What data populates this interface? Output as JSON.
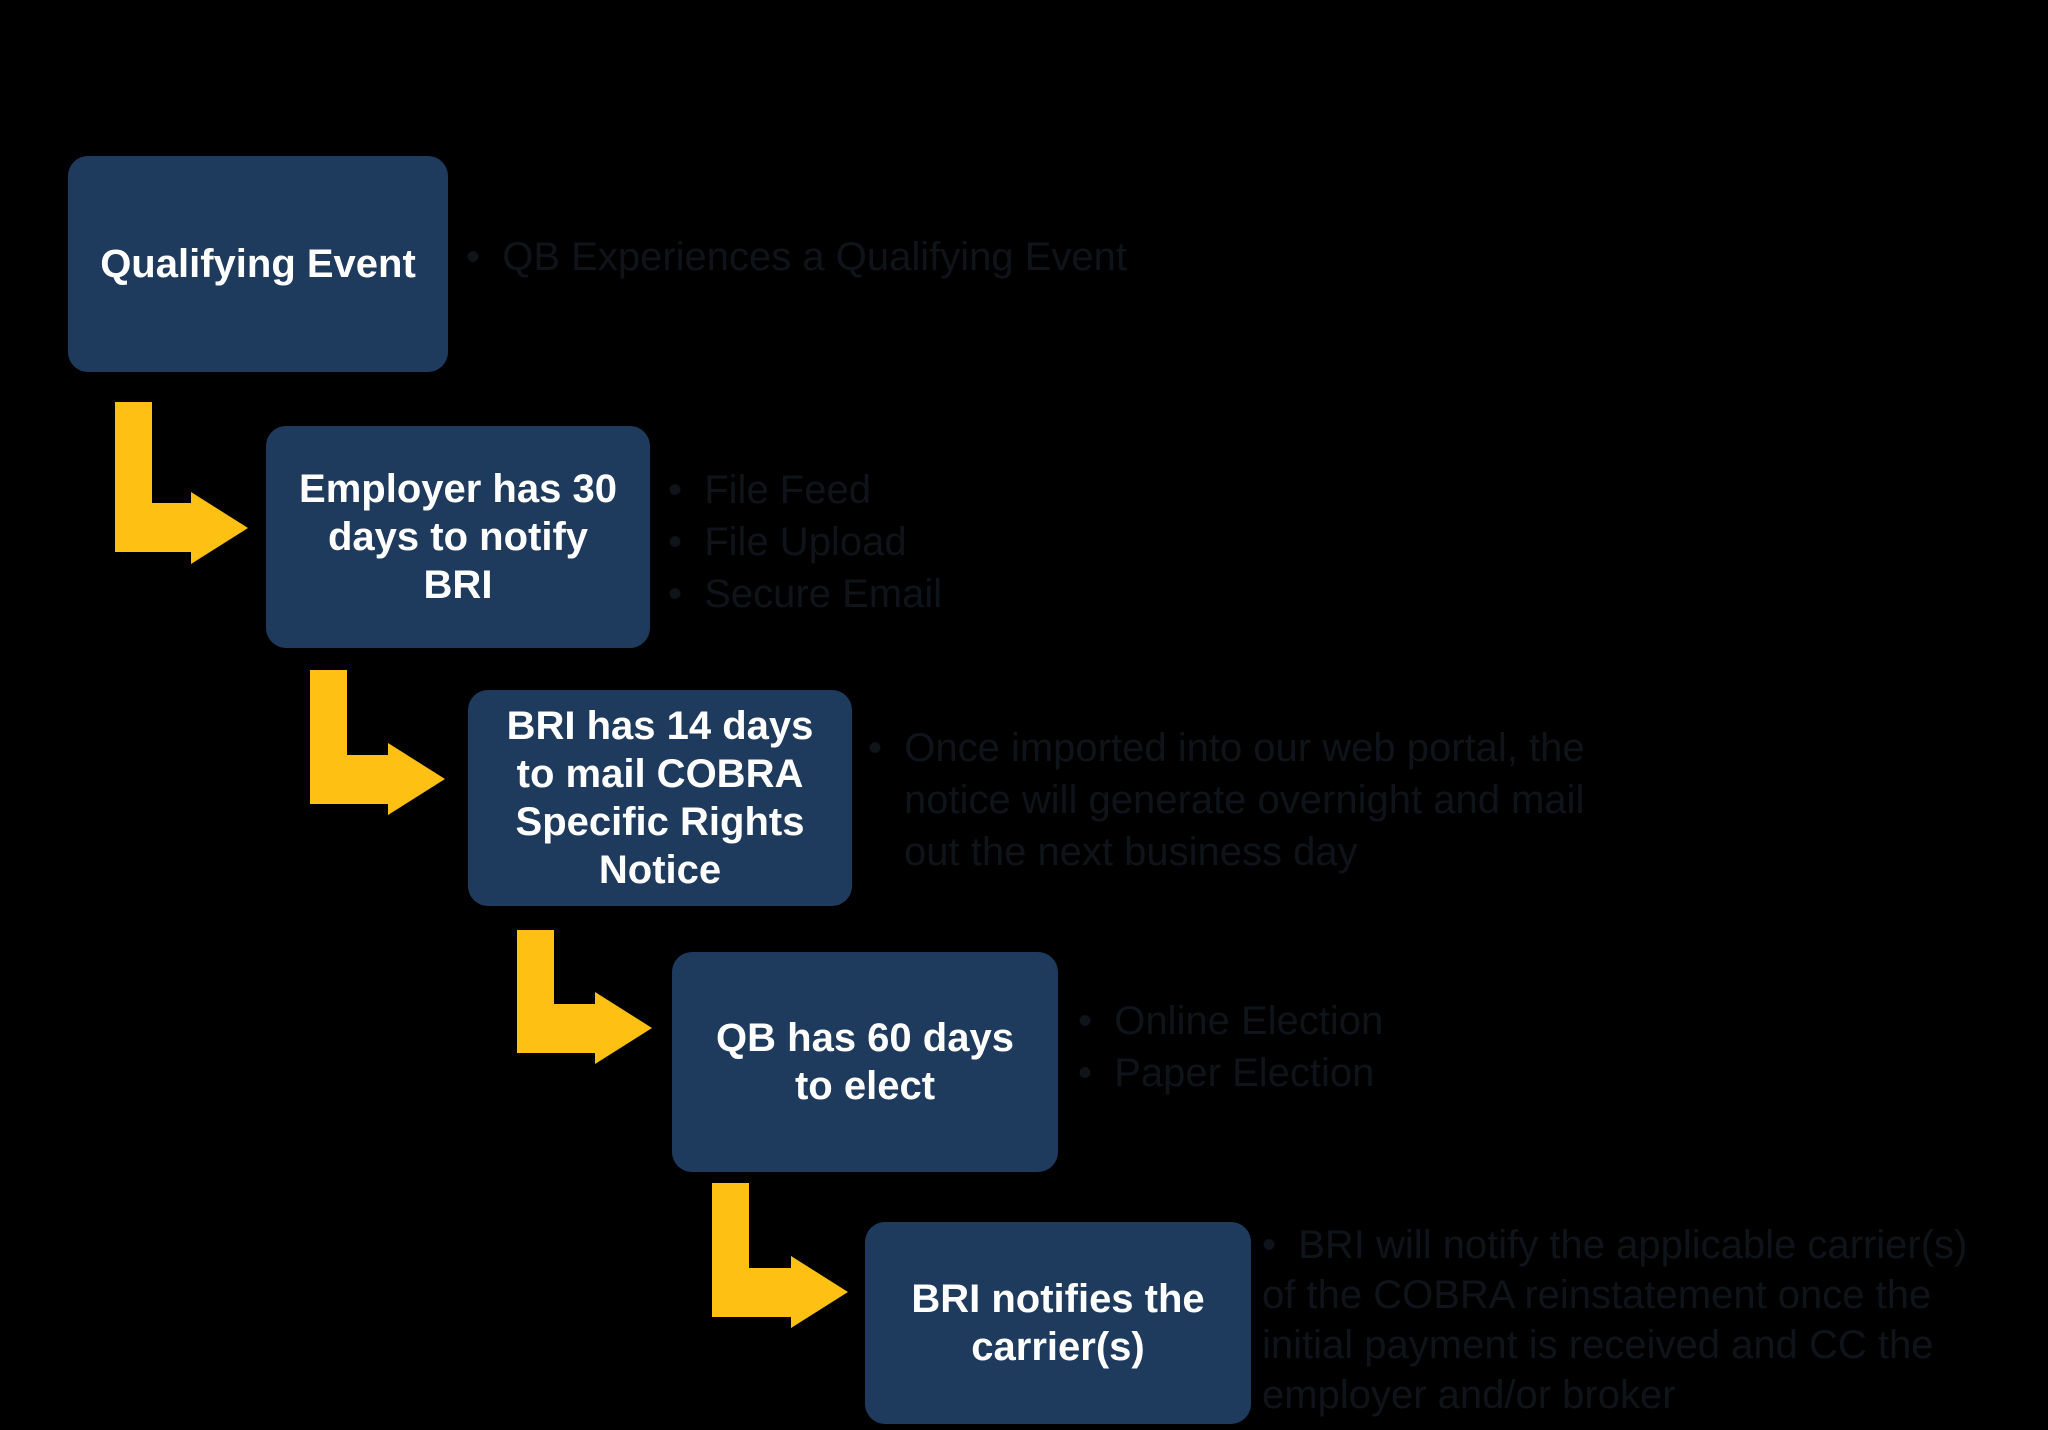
{
  "colors": {
    "background": "#000000",
    "box_fill": "#1e3a5c",
    "box_text": "#ffffff",
    "arrow": "#fdc013",
    "note_text": "#0e141a"
  },
  "steps": [
    {
      "box_label": "Qualifying Event",
      "notes": [
        "QB Experiences a Qualifying Event"
      ]
    },
    {
      "box_label": "Employer has 30 days to notify BRI",
      "notes": [
        "File Feed",
        "File Upload",
        "Secure Email"
      ]
    },
    {
      "box_label": "BRI has 14 days to mail COBRA Specific Rights Notice",
      "notes": [
        "Once imported into our web portal, the notice will generate overnight and mail out the next business day"
      ]
    },
    {
      "box_label": "QB has 60 days to elect",
      "notes": [
        "Online Election",
        "Paper Election"
      ]
    },
    {
      "box_label": "BRI notifies the carrier(s)",
      "notes": [
        "BRI will notify the applicable carrier(s) of the COBRA reinstatement once the initial payment is received and CC the employer and/or broker"
      ]
    }
  ]
}
